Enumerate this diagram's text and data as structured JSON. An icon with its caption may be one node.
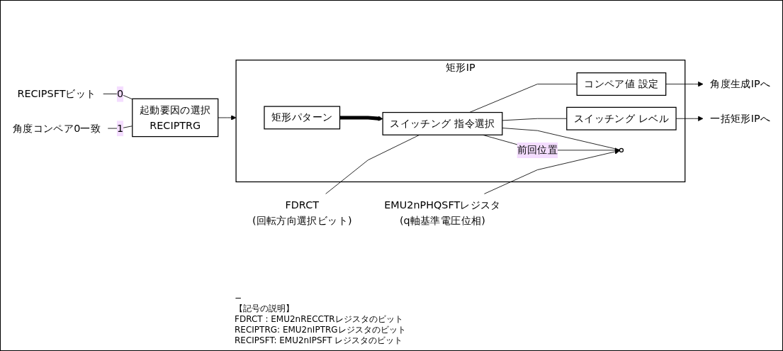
{
  "diagram": {
    "nodes": [
      {
        "text": [
          "矩形IP"
        ]
      },
      {
        "text": [
          "矩形パターン"
        ],
        "in": 0
      },
      {
        "text": [
          "スイッチング 指令選択"
        ],
        "in": 0
      },
      {
        "text": [
          "コンペア値 設定"
        ],
        "in": 0
      },
      {
        "text": [
          "スイッチング レベル"
        ],
        "in": 0
      },
      {
        "text": [],
        "shape": "circle",
        "in": 0
      },
      {
        "text": [
          "起動要因の選択",
          "RECIPTRG"
        ]
      },
      {
        "text": [
          "角度コンペア0一致"
        ]
      },
      {
        "text": [
          "RECIPSFTビット"
        ]
      },
      {
        "text": [
          "FDRCT",
          "(回転方向選択ビット)"
        ]
      },
      {
        "text": [
          "EMU2nPHQSFTレジスタ",
          "(q軸基準電圧位相)"
        ]
      },
      {
        "text": [
          "角度生成IPへ"
        ]
      },
      {
        "text": [
          "一括矩形IPへ"
        ]
      }
    ],
    "edges": [
      {
        "from": 7,
        "to": 6,
        "arrow": "none",
        "label": "1"
      },
      {
        "from": 8,
        "to": 6,
        "arrow": "none",
        "label": "0"
      },
      {
        "from": 6,
        "to": 0,
        "arrow": "to"
      },
      {
        "from": 9,
        "to": 2,
        "arrow": "none"
      },
      {
        "from": 10,
        "to": 5,
        "arrow": "to"
      },
      {
        "from": 5,
        "to": 2,
        "arrow": "none"
      },
      {
        "from": 2,
        "to": 5,
        "arrow": "to",
        "label": "前回位置"
      },
      {
        "from": 1,
        "to": 2,
        "arrow": "to",
        "style": "thick"
      },
      {
        "from": 2,
        "to": 3,
        "arrow": "none"
      },
      {
        "from": 2,
        "to": 4,
        "arrow": "none"
      },
      {
        "from": 3,
        "to": 11,
        "arrow": "to"
      },
      {
        "from": 4,
        "to": 12,
        "arrow": "to"
      }
    ],
    "labels": [
      "−",
      "【記号の説明】",
      "FDRCT : EMU2nRECCTRレジスタのビット",
      "RECIPTRG: EMU2nIPTRGレジスタのビット",
      "RECIPSFT: EMU2nIPSFT レジスタのビット"
    ]
  }
}
